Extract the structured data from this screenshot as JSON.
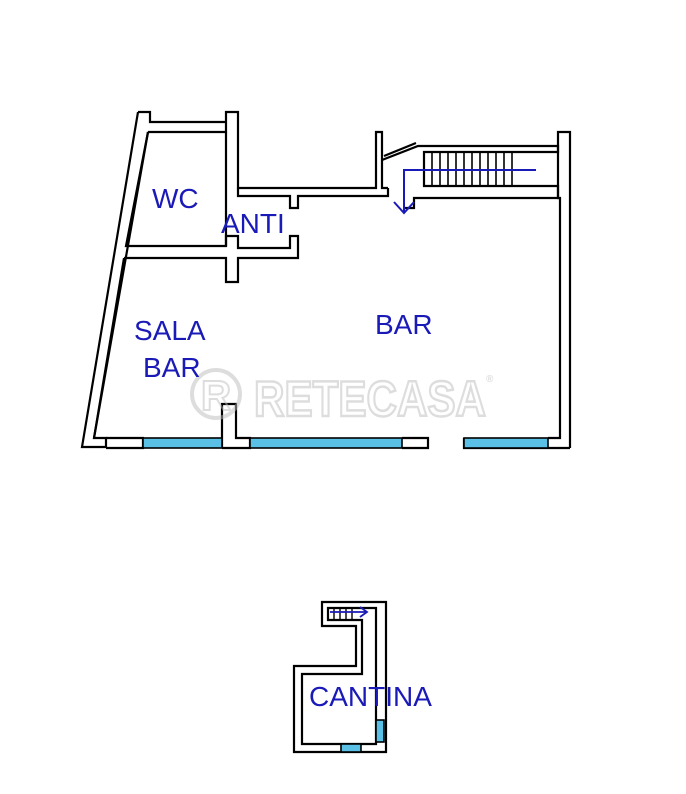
{
  "rooms": {
    "wc": "WC",
    "anti": "ANTI",
    "sala_bar_line1": "SALA",
    "sala_bar_line2": "BAR",
    "bar": "BAR",
    "cantina": "CANTINA"
  },
  "watermark": {
    "text": "RETECASA",
    "logo_letter": "R",
    "registered": "®"
  },
  "colors": {
    "wall": "#000000",
    "window": "#5bc0e6",
    "label": "#1a1ab8",
    "watermark": "#c8c8c8"
  }
}
